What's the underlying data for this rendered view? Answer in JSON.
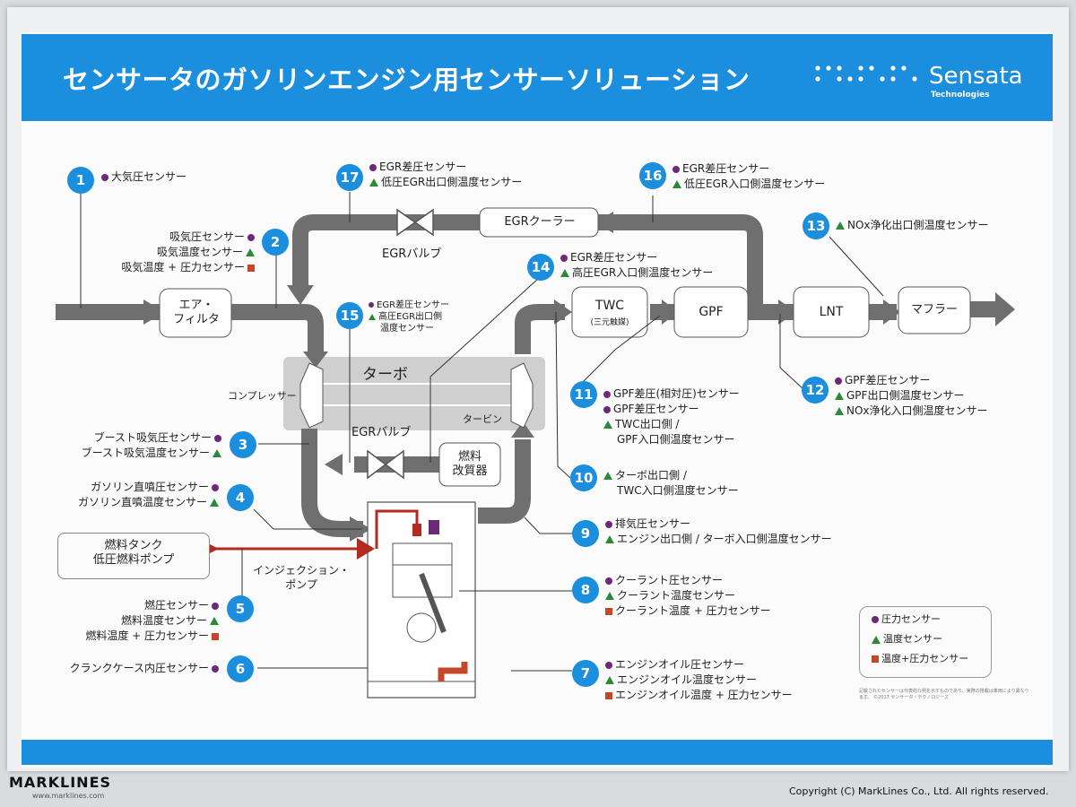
{
  "title": "センサータのガソリンエンジン用センサーソリューション",
  "brand": {
    "name": "Sensata",
    "sub": "Technologies"
  },
  "components": {
    "air_filter": [
      "エア・",
      "フィルタ"
    ],
    "egr_cooler": "EGRクーラー",
    "egr_valve_top": "EGRバルブ",
    "egr_valve_mid": "EGRバルブ",
    "turbo": "ターボ",
    "compressor": "コンプレッサー",
    "turbine": "タービン",
    "fuel_reformer": [
      "燃料",
      "改質器"
    ],
    "twc": "TWC",
    "twc_sub": "(三元触媒)",
    "gpf": "GPF",
    "lnt": "LNT",
    "muffler": "マフラー",
    "fuel_tank": [
      "燃料タンク",
      "低圧燃料ポンプ"
    ],
    "injection_pump": [
      "インジェクション・",
      "ポンプ"
    ]
  },
  "sensors": [
    {
      "n": "1",
      "items": [
        {
          "t": "p",
          "text": "大気圧センサー"
        }
      ]
    },
    {
      "n": "2",
      "items": [
        {
          "t": "p",
          "text": "吸気圧センサー"
        },
        {
          "t": "t",
          "text": "吸気温度センサー"
        },
        {
          "t": "c",
          "text": "吸気温度 + 圧力センサー"
        }
      ]
    },
    {
      "n": "3",
      "items": [
        {
          "t": "p",
          "text": "ブースト吸気圧センサー"
        },
        {
          "t": "t",
          "text": "ブースト吸気温度センサー"
        }
      ]
    },
    {
      "n": "4",
      "items": [
        {
          "t": "p",
          "text": "ガソリン直噴圧センサー"
        },
        {
          "t": "t",
          "text": "ガソリン直噴温度センサー"
        }
      ]
    },
    {
      "n": "5",
      "items": [
        {
          "t": "p",
          "text": "燃圧センサー"
        },
        {
          "t": "t",
          "text": "燃料温度センサー"
        },
        {
          "t": "c",
          "text": "燃料温度 + 圧力センサー"
        }
      ]
    },
    {
      "n": "6",
      "items": [
        {
          "t": "p",
          "text": "クランクケース内圧センサー"
        }
      ]
    },
    {
      "n": "7",
      "items": [
        {
          "t": "p",
          "text": "エンジンオイル圧センサー"
        },
        {
          "t": "t",
          "text": "エンジンオイル温度センサー"
        },
        {
          "t": "c",
          "text": "エンジンオイル温度 + 圧力センサー"
        }
      ]
    },
    {
      "n": "8",
      "items": [
        {
          "t": "p",
          "text": "クーラント圧センサー"
        },
        {
          "t": "t",
          "text": "クーラント温度センサー"
        },
        {
          "t": "c",
          "text": "クーラント温度 + 圧力センサー"
        }
      ]
    },
    {
      "n": "9",
      "items": [
        {
          "t": "p",
          "text": "排気圧センサー"
        },
        {
          "t": "t",
          "text": "エンジン出口側 / ターボ入口側温度センサー"
        }
      ]
    },
    {
      "n": "10",
      "items": [
        {
          "t": "t",
          "text": "ターボ出口側 /"
        },
        {
          "t": "",
          "text": "TWC入口側温度センサー"
        }
      ]
    },
    {
      "n": "11",
      "items": [
        {
          "t": "p",
          "text": "GPF差圧(相対圧)センサー"
        },
        {
          "t": "p",
          "text": "GPF差圧センサー"
        },
        {
          "t": "t",
          "text": "TWC出口側 /"
        },
        {
          "t": "",
          "text": "GPF入口側温度センサー"
        }
      ]
    },
    {
      "n": "12",
      "items": [
        {
          "t": "p",
          "text": "GPF差圧センサー"
        },
        {
          "t": "t",
          "text": "GPF出口側温度センサー"
        },
        {
          "t": "t",
          "text": "NOx浄化入口側温度センサー"
        }
      ]
    },
    {
      "n": "13",
      "items": [
        {
          "t": "t",
          "text": "NOx浄化出口側温度センサー"
        }
      ]
    },
    {
      "n": "14",
      "items": [
        {
          "t": "p",
          "text": "EGR差圧センサー"
        },
        {
          "t": "t",
          "text": "高圧EGR入口側温度センサー"
        }
      ]
    },
    {
      "n": "15",
      "items": [
        {
          "t": "p",
          "text": "EGR差圧センサー"
        },
        {
          "t": "t",
          "text": "高圧EGR出口側"
        },
        {
          "t": "",
          "text": "温度センサー"
        }
      ]
    },
    {
      "n": "16",
      "items": [
        {
          "t": "p",
          "text": "EGR差圧センサー"
        },
        {
          "t": "t",
          "text": "低圧EGR入口側温度センサー"
        }
      ]
    },
    {
      "n": "17",
      "items": [
        {
          "t": "p",
          "text": "EGR差圧センサー"
        },
        {
          "t": "t",
          "text": "低圧EGR出口側温度センサー"
        }
      ]
    }
  ],
  "legend": {
    "pressure": "圧力センサー",
    "temperature": "温度センサー",
    "combo": "温度+圧力センサー"
  },
  "footer": {
    "copyright": "Copyright (C) MarkLines Co., Ltd. All rights reserved.",
    "marklines": "MARKLINES",
    "marklines_url": "www.marklines.com",
    "fine_print": "記載されたセンサーは代表的な例を示すものであり、実際の搭載は車両により異なります。 ©2017 センサータ・テクノロジーズ"
  },
  "colors": {
    "blue": "#1c8ede",
    "pressure": "#6b2a77",
    "temperature": "#2b8a3a",
    "combo": "#c4472a",
    "pipe": "#6f6f6f",
    "fuel_line": "#b52a1f"
  }
}
